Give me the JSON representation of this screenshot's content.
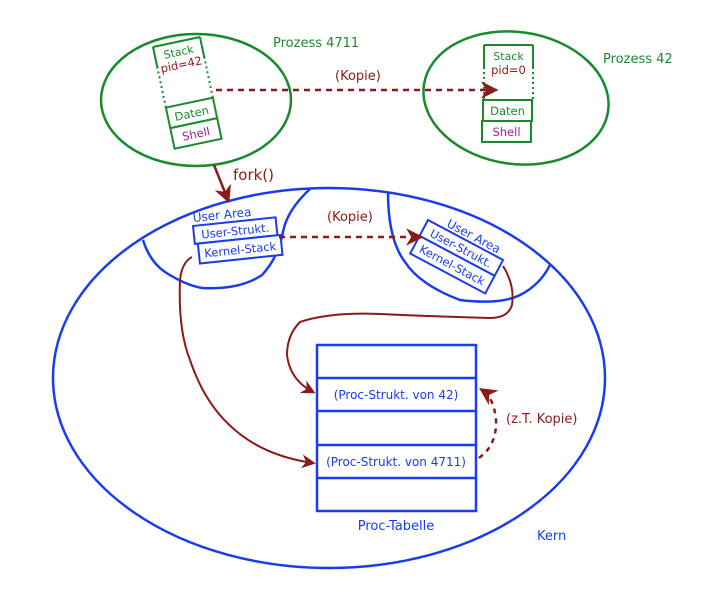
{
  "colors": {
    "process": "#1a8a2e",
    "kernel": "#1a3cf0",
    "arrow": "#8b1a1a",
    "shell": "#a020a0"
  },
  "process_parent": {
    "label": "Prozess 4711",
    "stack": "Stack",
    "pid": "pid=42",
    "data": "Daten",
    "shell": "Shell"
  },
  "process_child": {
    "label": "Prozess 42",
    "stack": "Stack",
    "pid": "pid=0",
    "data": "Daten",
    "shell": "Shell"
  },
  "arrows": {
    "copy_process": "(Kopie)",
    "fork": "fork()",
    "copy_userarea": "(Kopie)",
    "partial_copy": "(z.T. Kopie)"
  },
  "kernel": {
    "label": "Kern",
    "user_area_left": {
      "title": "User Area",
      "user_struct": "User-Strukt.",
      "kernel_stack": "Kernel-Stack"
    },
    "user_area_right": {
      "title": "User Area",
      "user_struct": "User-Strukt.",
      "kernel_stack": "Kernel-Stack"
    },
    "proc_table": {
      "label": "Proc-Tabelle",
      "rows": [
        "",
        "(Proc-Strukt. von 42)",
        "",
        "(Proc-Strukt. von 4711)",
        ""
      ]
    }
  }
}
